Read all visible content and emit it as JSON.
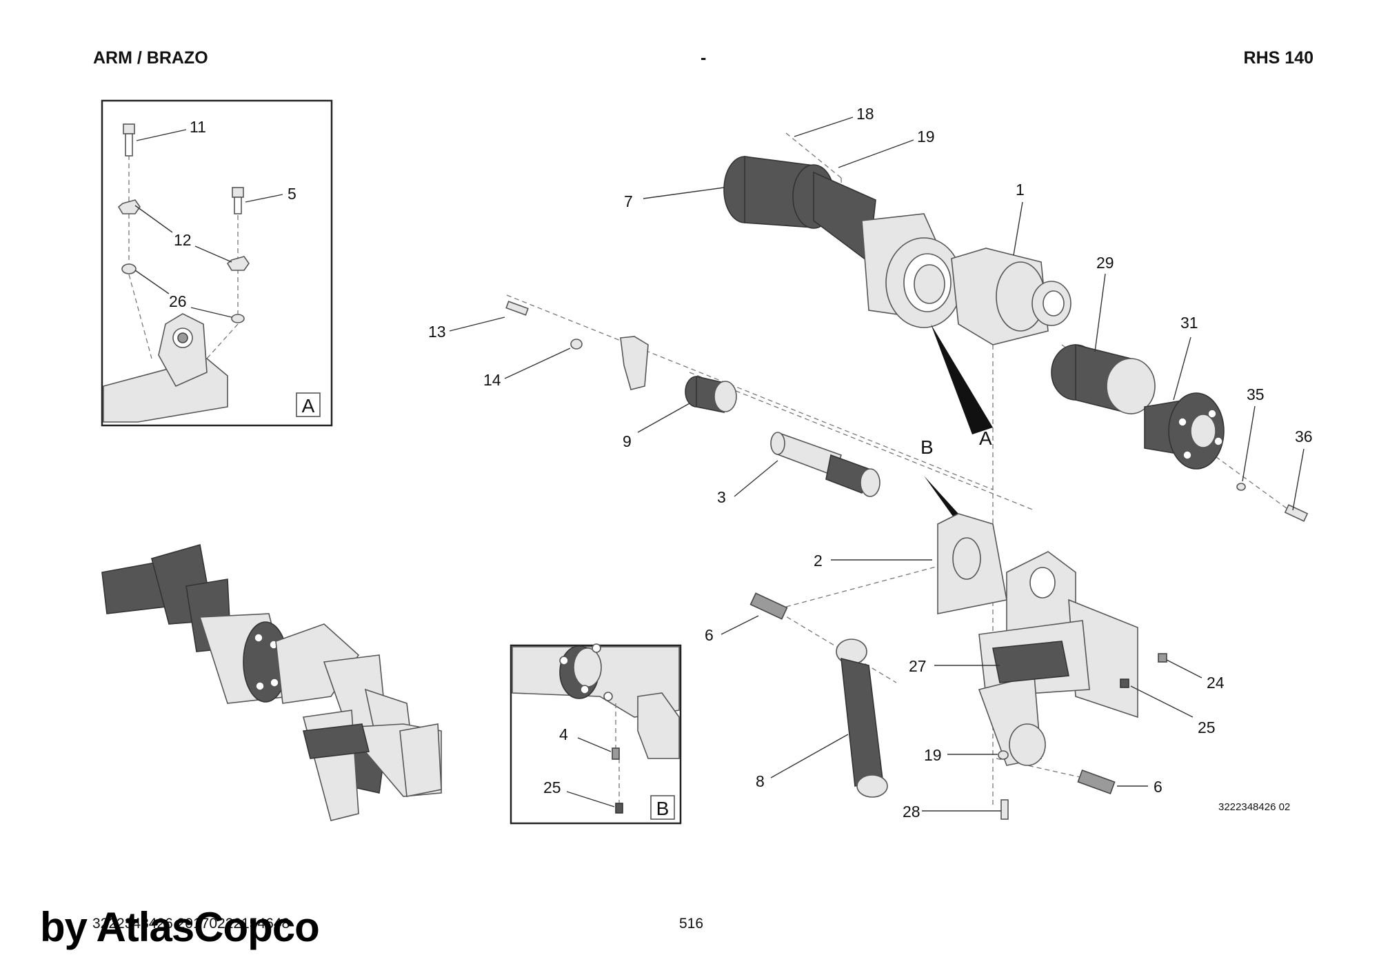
{
  "header": {
    "left": "ARM / BRAZO",
    "center": "-",
    "right": "RHS 140"
  },
  "footer": {
    "doc_ref": "3222348426 20170222154648",
    "page_number": "516",
    "watermark": "by AtlasCopco"
  },
  "figure_id": "3222348426 02",
  "detail_labels": {
    "a": "A",
    "b": "B"
  },
  "callouts": {
    "c1": "1",
    "c2": "2",
    "c3": "3",
    "c4": "4",
    "c5": "5",
    "c6a": "6",
    "c6b": "6",
    "c7": "7",
    "c8": "8",
    "c9": "9",
    "c11": "11",
    "c12": "12",
    "c13": "13",
    "c14": "14",
    "c18": "18",
    "c19a": "19",
    "c19b": "19",
    "c24": "24",
    "c25a": "25",
    "c25b": "25",
    "c26": "26",
    "c27": "27",
    "c28": "28",
    "c29": "29",
    "c31": "31",
    "c35": "35",
    "c36": "36"
  }
}
